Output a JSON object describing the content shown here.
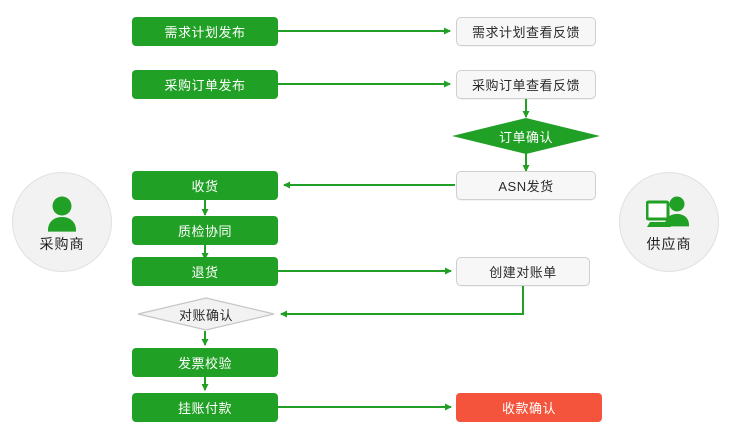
{
  "diagram": {
    "title_present": false,
    "colors": {
      "green": "#21a026",
      "red": "#f4543c",
      "grey_fill": "#f7f7f7",
      "grey_border": "#cfcfcf",
      "line": "#22a026",
      "actor_fill": "#f2f2f2"
    }
  },
  "actors": {
    "left": {
      "label": "采购商",
      "icon": "person-icon"
    },
    "right": {
      "label": "供应商",
      "icon": "person-with-computer-icon"
    }
  },
  "nodes": {
    "demand_plan_publish": {
      "label": "需求计划发布",
      "style": "green"
    },
    "demand_plan_feedback": {
      "label": "需求计划查看反馈",
      "style": "grey"
    },
    "po_publish": {
      "label": "采购订单发布",
      "style": "green"
    },
    "po_feedback": {
      "label": "采购订单查看反馈",
      "style": "grey"
    },
    "order_confirm": {
      "label": "订单确认",
      "style": "green-diamond"
    },
    "asn_ship": {
      "label": "ASN发货",
      "style": "grey"
    },
    "receive_goods": {
      "label": "收货",
      "style": "green"
    },
    "quality_collab": {
      "label": "质检协同",
      "style": "green"
    },
    "return_goods": {
      "label": "退货",
      "style": "green"
    },
    "create_statement": {
      "label": "创建对账单",
      "style": "grey"
    },
    "statement_confirm": {
      "label": "对账确认",
      "style": "grey-diamond"
    },
    "invoice_check": {
      "label": "发票校验",
      "style": "green"
    },
    "pending_payment": {
      "label": "挂账付款",
      "style": "green"
    },
    "payment_confirm": {
      "label": "收款确认",
      "style": "red"
    }
  },
  "edges": [
    {
      "from": "demand_plan_publish",
      "to": "demand_plan_feedback",
      "direction": "right"
    },
    {
      "from": "po_publish",
      "to": "po_feedback",
      "direction": "right"
    },
    {
      "from": "po_feedback",
      "to": "order_confirm",
      "direction": "down"
    },
    {
      "from": "order_confirm",
      "to": "asn_ship",
      "direction": "down"
    },
    {
      "from": "asn_ship",
      "to": "receive_goods",
      "direction": "left"
    },
    {
      "from": "receive_goods",
      "to": "quality_collab",
      "direction": "down"
    },
    {
      "from": "quality_collab",
      "to": "return_goods",
      "direction": "down"
    },
    {
      "from": "return_goods",
      "to": "create_statement",
      "direction": "right"
    },
    {
      "from": "create_statement",
      "to": "statement_confirm",
      "direction": "down-left"
    },
    {
      "from": "statement_confirm",
      "to": "invoice_check",
      "direction": "down"
    },
    {
      "from": "invoice_check",
      "to": "pending_payment",
      "direction": "down"
    },
    {
      "from": "pending_payment",
      "to": "payment_confirm",
      "direction": "right"
    }
  ]
}
